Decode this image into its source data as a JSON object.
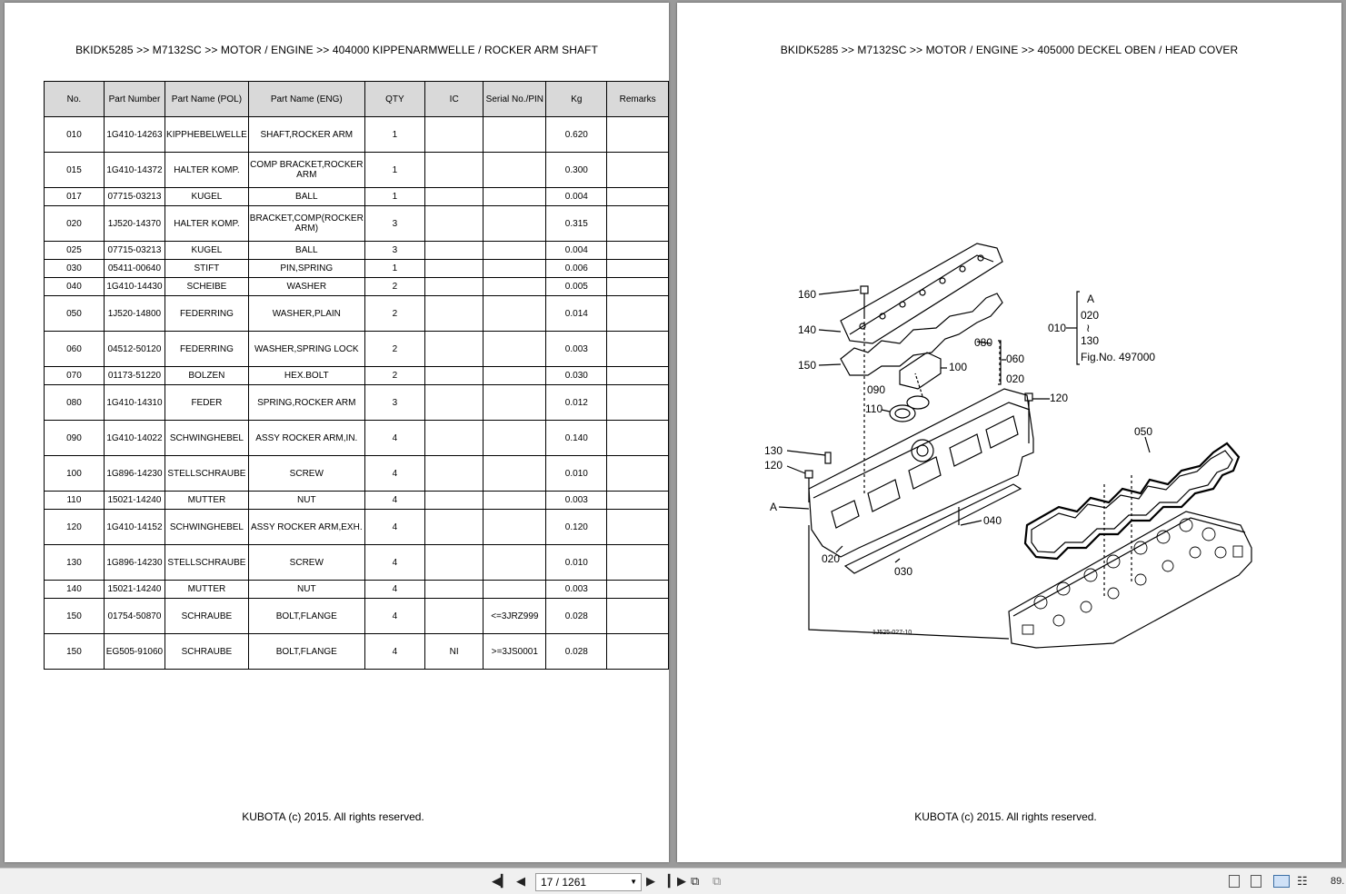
{
  "left_page": {
    "header": "BKIDK5285 >> M7132SC >> MOTOR / ENGINE >> 404000   KIPPENARMWELLE / ROCKER ARM SHAFT",
    "footer": "KUBOTA (c) 2015. All rights reserved.",
    "columns": [
      "No.",
      "Part Number",
      "Part Name (POL)",
      "Part Name (ENG)",
      "QTY",
      "IC",
      "Serial No./PIN",
      "Kg",
      "Remarks"
    ],
    "rows": [
      {
        "no": "010",
        "part": "1G410-14263",
        "pol": "KIPPHEBELWELLE",
        "eng": "SHAFT,ROCKER ARM",
        "qty": "1",
        "ic": "",
        "serial": "",
        "kg": "0.620",
        "remarks": ""
      },
      {
        "no": "015",
        "part": "1G410-14372",
        "pol": "HALTER KOMP.",
        "eng": "COMP BRACKET,ROCKER ARM",
        "qty": "1",
        "ic": "",
        "serial": "",
        "kg": "0.300",
        "remarks": ""
      },
      {
        "no": "017",
        "part": "07715-03213",
        "pol": "KUGEL",
        "eng": "BALL",
        "qty": "1",
        "ic": "",
        "serial": "",
        "kg": "0.004",
        "remarks": ""
      },
      {
        "no": "020",
        "part": "1J520-14370",
        "pol": "HALTER KOMP.",
        "eng": "BRACKET,COMP(ROCKER ARM)",
        "qty": "3",
        "ic": "",
        "serial": "",
        "kg": "0.315",
        "remarks": ""
      },
      {
        "no": "025",
        "part": "07715-03213",
        "pol": "KUGEL",
        "eng": "BALL",
        "qty": "3",
        "ic": "",
        "serial": "",
        "kg": "0.004",
        "remarks": ""
      },
      {
        "no": "030",
        "part": "05411-00640",
        "pol": "STIFT",
        "eng": "PIN,SPRING",
        "qty": "1",
        "ic": "",
        "serial": "",
        "kg": "0.006",
        "remarks": ""
      },
      {
        "no": "040",
        "part": "1G410-14430",
        "pol": "SCHEIBE",
        "eng": "WASHER",
        "qty": "2",
        "ic": "",
        "serial": "",
        "kg": "0.005",
        "remarks": ""
      },
      {
        "no": "050",
        "part": "1J520-14800",
        "pol": "FEDERRING",
        "eng": "WASHER,PLAIN",
        "qty": "2",
        "ic": "",
        "serial": "",
        "kg": "0.014",
        "remarks": ""
      },
      {
        "no": "060",
        "part": "04512-50120",
        "pol": "FEDERRING",
        "eng": "WASHER,SPRING LOCK",
        "qty": "2",
        "ic": "",
        "serial": "",
        "kg": "0.003",
        "remarks": ""
      },
      {
        "no": "070",
        "part": "01173-51220",
        "pol": "BOLZEN",
        "eng": "HEX.BOLT",
        "qty": "2",
        "ic": "",
        "serial": "",
        "kg": "0.030",
        "remarks": ""
      },
      {
        "no": "080",
        "part": "1G410-14310",
        "pol": "FEDER",
        "eng": "SPRING,ROCKER ARM",
        "qty": "3",
        "ic": "",
        "serial": "",
        "kg": "0.012",
        "remarks": ""
      },
      {
        "no": "090",
        "part": "1G410-14022",
        "pol": "SCHWINGHEBEL",
        "eng": "ASSY ROCKER ARM,IN.",
        "qty": "4",
        "ic": "",
        "serial": "",
        "kg": "0.140",
        "remarks": ""
      },
      {
        "no": "100",
        "part": "1G896-14230",
        "pol": "STELLSCHRAUBE",
        "eng": "SCREW",
        "qty": "4",
        "ic": "",
        "serial": "",
        "kg": "0.010",
        "remarks": ""
      },
      {
        "no": "110",
        "part": "15021-14240",
        "pol": "MUTTER",
        "eng": "NUT",
        "qty": "4",
        "ic": "",
        "serial": "",
        "kg": "0.003",
        "remarks": ""
      },
      {
        "no": "120",
        "part": "1G410-14152",
        "pol": "SCHWINGHEBEL",
        "eng": "ASSY ROCKER ARM,EXH.",
        "qty": "4",
        "ic": "",
        "serial": "",
        "kg": "0.120",
        "remarks": ""
      },
      {
        "no": "130",
        "part": "1G896-14230",
        "pol": "STELLSCHRAUBE",
        "eng": "SCREW",
        "qty": "4",
        "ic": "",
        "serial": "",
        "kg": "0.010",
        "remarks": ""
      },
      {
        "no": "140",
        "part": "15021-14240",
        "pol": "MUTTER",
        "eng": "NUT",
        "qty": "4",
        "ic": "",
        "serial": "",
        "kg": "0.003",
        "remarks": ""
      },
      {
        "no": "150",
        "part": "01754-50870",
        "pol": "SCHRAUBE",
        "eng": "BOLT,FLANGE",
        "qty": "4",
        "ic": "",
        "serial": "<=3JRZ999",
        "kg": "0.028",
        "remarks": ""
      },
      {
        "no": "150",
        "part": "EG505-91060",
        "pol": "SCHRAUBE",
        "eng": "BOLT,FLANGE",
        "qty": "4",
        "ic": "NI",
        "serial": ">=3JS0001",
        "kg": "0.028",
        "remarks": ""
      }
    ]
  },
  "right_page": {
    "header": "BKIDK5285 >> M7132SC >> MOTOR / ENGINE >> 405000   DECKEL OBEN / HEAD COVER",
    "footer": "KUBOTA (c) 2015. All rights reserved.",
    "diagram": {
      "callouts": {
        "c160": "160",
        "c140": "140",
        "c150": "150",
        "c080": "080",
        "c100": "100",
        "c060": "060",
        "c020a": "020",
        "c090": "090",
        "c110": "110",
        "c120a": "120",
        "c130": "130",
        "c120b": "120",
        "cA": "A",
        "c040": "040",
        "c020b": "020",
        "c030": "030",
        "c050": "050",
        "c010": "010"
      },
      "bracket": {
        "a": "A",
        "from": "020",
        "tilde": "≀",
        "to": "130",
        "fig": "Fig.No. 497000"
      },
      "drawing_no": "1J525-027-10"
    }
  },
  "toolbar": {
    "page_value": "17 / 1261",
    "zoom": "89."
  }
}
